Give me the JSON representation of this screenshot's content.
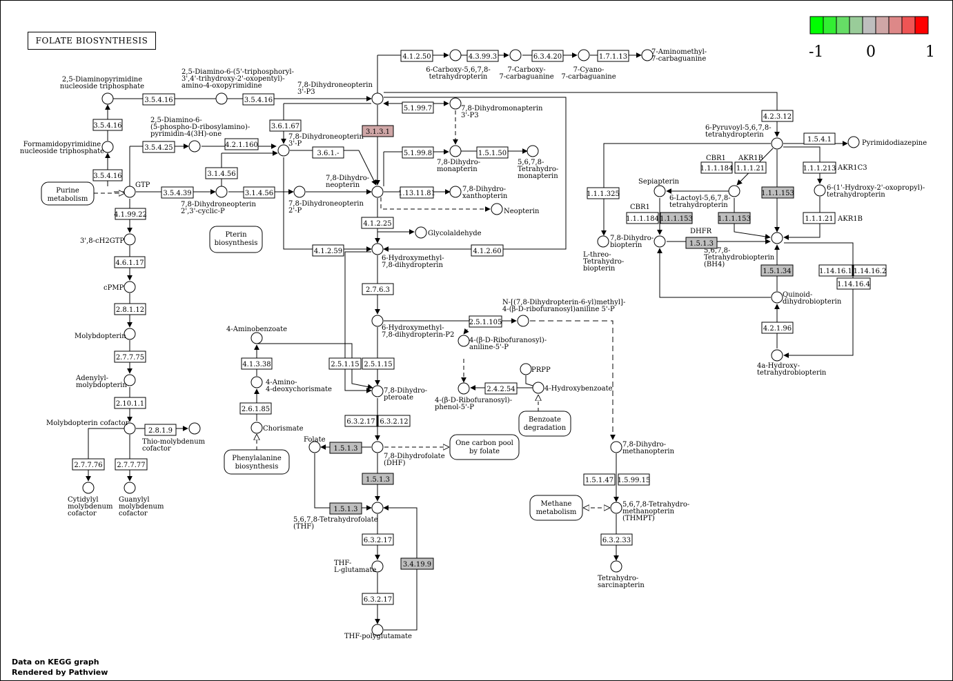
{
  "title": "FOLATE BIOSYNTHESIS",
  "footer": {
    "line1": "Data on KEGG graph",
    "line2": "Rendered by Pathview"
  },
  "legend": {
    "labels": [
      "-1",
      "0",
      "1"
    ],
    "colors": [
      "#00ff00",
      "#33ee33",
      "#66dd66",
      "#99cc99",
      "#bebebe",
      "#cfa6a6",
      "#dd8888",
      "#ee5555",
      "#ff0000"
    ]
  },
  "enzymes": [
    {
      "id": "e-4.1.2.50",
      "label": "4.1.2.50",
      "color": "#ffffff"
    },
    {
      "id": "e-4.3.99.3",
      "label": "4.3.99.3",
      "color": "#ffffff"
    },
    {
      "id": "e-6.3.4.20",
      "label": "6.3.4.20",
      "color": "#ffffff"
    },
    {
      "id": "e-1.7.1.13",
      "label": "1.7.1.13",
      "color": "#ffffff"
    },
    {
      "id": "e-3.5.4.16a",
      "label": "3.5.4.16",
      "color": "#ffffff"
    },
    {
      "id": "e-3.5.4.16b",
      "label": "3.5.4.16",
      "color": "#ffffff"
    },
    {
      "id": "e-3.5.4.16c",
      "label": "3.5.4.16",
      "color": "#ffffff"
    },
    {
      "id": "e-3.5.4.16d",
      "label": "3.5.4.16",
      "color": "#ffffff"
    },
    {
      "id": "e-3.5.4.25",
      "label": "3.5.4.25",
      "color": "#ffffff"
    },
    {
      "id": "e-4.2.1.160",
      "label": "4.2.1.160",
      "color": "#ffffff"
    },
    {
      "id": "e-3.6.1.67",
      "label": "3.6.1.67",
      "color": "#ffffff"
    },
    {
      "id": "e-3.1.3.1",
      "label": "3.1.3.1",
      "color": "#cfa6a6"
    },
    {
      "id": "e-5.1.99.7",
      "label": "5.1.99.7",
      "color": "#ffffff"
    },
    {
      "id": "e-5.1.99.8",
      "label": "5.1.99.8",
      "color": "#ffffff"
    },
    {
      "id": "e-1.5.1.50",
      "label": "1.5.1.50",
      "color": "#ffffff"
    },
    {
      "id": "e-3.6.1.-",
      "label": "3.6.1.-",
      "color": "#ffffff"
    },
    {
      "id": "e-3.1.4.56a",
      "label": "3.1.4.56",
      "color": "#ffffff"
    },
    {
      "id": "e-3.1.4.56b",
      "label": "3.1.4.56",
      "color": "#ffffff"
    },
    {
      "id": "e-3.5.4.39",
      "label": "3.5.4.39",
      "color": "#ffffff"
    },
    {
      "id": "e-1.13.11.81",
      "label": "1.13.11.81",
      "color": "#ffffff"
    },
    {
      "id": "e-4.1.2.25",
      "label": "4.1.2.25",
      "color": "#ffffff"
    },
    {
      "id": "e-4.1.2.59",
      "label": "4.1.2.59",
      "color": "#ffffff"
    },
    {
      "id": "e-4.1.2.60",
      "label": "4.1.2.60",
      "color": "#ffffff"
    },
    {
      "id": "e-4.1.99.22",
      "label": "4.1.99.22",
      "color": "#ffffff"
    },
    {
      "id": "e-4.6.1.17",
      "label": "4.6.1.17",
      "color": "#ffffff"
    },
    {
      "id": "e-2.8.1.12",
      "label": "2.8.1.12",
      "color": "#ffffff"
    },
    {
      "id": "e-2.7.7.75",
      "label": "2.7.7.75",
      "color": "#ffffff"
    },
    {
      "id": "e-2.10.1.1",
      "label": "2.10.1.1",
      "color": "#ffffff"
    },
    {
      "id": "e-2.8.1.9",
      "label": "2.8.1.9",
      "color": "#ffffff"
    },
    {
      "id": "e-2.7.7.76",
      "label": "2.7.7.76",
      "color": "#ffffff"
    },
    {
      "id": "e-2.7.7.77",
      "label": "2.7.7.77",
      "color": "#ffffff"
    },
    {
      "id": "e-2.7.6.3",
      "label": "2.7.6.3",
      "color": "#ffffff"
    },
    {
      "id": "e-2.5.1.105",
      "label": "2.5.1.105",
      "color": "#ffffff"
    },
    {
      "id": "e-2.5.1.15a",
      "label": "2.5.1.15",
      "color": "#ffffff"
    },
    {
      "id": "e-2.5.1.15b",
      "label": "2.5.1.15",
      "color": "#ffffff"
    },
    {
      "id": "e-4.1.3.38",
      "label": "4.1.3.38",
      "color": "#ffffff"
    },
    {
      "id": "e-2.6.1.85",
      "label": "2.6.1.85",
      "color": "#ffffff"
    },
    {
      "id": "e-2.4.2.54",
      "label": "2.4.2.54",
      "color": "#ffffff"
    },
    {
      "id": "e-6.3.2.17a",
      "label": "6.3.2.17",
      "color": "#ffffff"
    },
    {
      "id": "e-6.3.2.12",
      "label": "6.3.2.12",
      "color": "#ffffff"
    },
    {
      "id": "e-1.5.1.3a",
      "label": "1.5.1.3",
      "color": "#bebebe"
    },
    {
      "id": "e-1.5.1.3b",
      "label": "1.5.1.3",
      "color": "#bebebe"
    },
    {
      "id": "e-1.5.1.3c",
      "label": "1.5.1.3",
      "color": "#bebebe"
    },
    {
      "id": "e-6.3.2.17b",
      "label": "6.3.2.17",
      "color": "#ffffff"
    },
    {
      "id": "e-6.3.2.17c",
      "label": "6.3.2.17",
      "color": "#ffffff"
    },
    {
      "id": "e-3.4.19.9",
      "label": "3.4.19.9",
      "color": "#bebebe"
    },
    {
      "id": "e-4.2.3.12",
      "label": "4.2.3.12",
      "color": "#ffffff"
    },
    {
      "id": "e-1.5.4.1",
      "label": "1.5.4.1",
      "color": "#ffffff"
    },
    {
      "id": "e-1.1.1.184a",
      "label": "1.1.1.184",
      "color": "#ffffff"
    },
    {
      "id": "e-1.1.1.21a",
      "label": "1.1.1.21",
      "color": "#ffffff"
    },
    {
      "id": "e-1.1.1.213",
      "label": "1.1.1.213",
      "color": "#ffffff"
    },
    {
      "id": "e-1.1.1.325",
      "label": "1.1.1.325",
      "color": "#ffffff"
    },
    {
      "id": "e-1.1.1.153a",
      "label": "1.1.1.153",
      "color": "#bebebe"
    },
    {
      "id": "e-1.1.1.184b",
      "label": "1.1.1.184",
      "color": "#ffffff"
    },
    {
      "id": "e-1.1.1.153b",
      "label": "1.1.1.153",
      "color": "#bebebe"
    },
    {
      "id": "e-1.1.1.153c",
      "label": "1.1.1.153",
      "color": "#bebebe"
    },
    {
      "id": "e-1.1.1.21b",
      "label": "1.1.1.21",
      "color": "#ffffff"
    },
    {
      "id": "e-1.5.1.3d",
      "label": "1.5.1.3",
      "color": "#bebebe"
    },
    {
      "id": "e-1.5.1.34",
      "label": "1.5.1.34",
      "color": "#bebebe"
    },
    {
      "id": "e-1.14.16.1",
      "label": "1.14.16.1",
      "color": "#ffffff"
    },
    {
      "id": "e-1.14.16.2",
      "label": "1.14.16.2",
      "color": "#ffffff"
    },
    {
      "id": "e-1.14.16.4",
      "label": "1.14.16.4",
      "color": "#ffffff"
    },
    {
      "id": "e-4.2.1.96",
      "label": "4.2.1.96",
      "color": "#ffffff"
    },
    {
      "id": "e-1.5.1.47",
      "label": "1.5.1.47",
      "color": "#ffffff"
    },
    {
      "id": "e-1.5.99.15",
      "label": "1.5.99.15",
      "color": "#ffffff"
    },
    {
      "id": "e-6.3.2.33",
      "label": "6.3.2.33",
      "color": "#ffffff"
    }
  ],
  "compounds": [
    {
      "id": "c-p1",
      "lines": [
        "6-Carboxy-5,6,7,8-",
        "tetrahydropterin"
      ]
    },
    {
      "id": "c-p2",
      "lines": [
        "7-Carboxy-",
        "7-carbaguanine"
      ]
    },
    {
      "id": "c-p3",
      "lines": [
        "7-Cyano-",
        "7-carbaguanine"
      ]
    },
    {
      "id": "c-p4",
      "lines": [
        "7-Aminomethyl-",
        "7-carbaguanine"
      ]
    },
    {
      "id": "c-dap",
      "lines": [
        "2,5-Diaminopyrimidine",
        "nucleoside triphosphate"
      ]
    },
    {
      "id": "c-dtp",
      "lines": [
        "2,5-Diamino-6-(5'-triphosphoryl-",
        "3',4'-trihydroxy-2'-oxopentyl)-",
        "amino-4-oxopyrimidine"
      ]
    },
    {
      "id": "c-dnp3",
      "lines": [
        "7,8-Dihydroneopterin",
        "3'-P3"
      ]
    },
    {
      "id": "c-dmp3",
      "lines": [
        "7,8-Dihydromonapterin",
        "3'-P3"
      ]
    },
    {
      "id": "c-fap",
      "lines": [
        "Formamidopyrimidine",
        "nucleoside triphosphate"
      ]
    },
    {
      "id": "c-dpr",
      "lines": [
        "2,5-Diamino-6-",
        "(5-phospho-D-ribosylamino)-",
        "pyrimidin-4(3H)-one"
      ]
    },
    {
      "id": "c-dnp3p",
      "lines": [
        "7,8-Dihydroneopterin",
        "3'-P"
      ]
    },
    {
      "id": "c-dmp",
      "lines": [
        "7,8-Dihydro-",
        "monapterin"
      ]
    },
    {
      "id": "c-thm",
      "lines": [
        "5,6,7,8-",
        "Tetrahydro-",
        "monapterin"
      ]
    },
    {
      "id": "c-gtp",
      "lines": [
        "GTP"
      ]
    },
    {
      "id": "c-dncp",
      "lines": [
        "7,8-Dihydroneopterin",
        "2',3'-cyclic-P"
      ]
    },
    {
      "id": "c-dn2p",
      "lines": [
        "7,8-Dihydroneopterin",
        "2'-P"
      ]
    },
    {
      "id": "c-dnp",
      "lines": [
        "7,8-Dihydro-",
        "neopterin"
      ]
    },
    {
      "id": "c-dxp",
      "lines": [
        "7,8-Dihydro-",
        "xanthopterin"
      ]
    },
    {
      "id": "c-neo",
      "lines": [
        "Neopterin"
      ]
    },
    {
      "id": "c-gly",
      "lines": [
        "Glycolaldehyde"
      ]
    },
    {
      "id": "c-hmdp",
      "lines": [
        "6-Hydroxymethyl-",
        "7,8-dihydropterin"
      ]
    },
    {
      "id": "c-h2gtp",
      "lines": [
        "3',8-cH2GTP"
      ]
    },
    {
      "id": "c-cpmp",
      "lines": [
        "cPMP"
      ]
    },
    {
      "id": "c-mpt",
      "lines": [
        "Molybdopterin"
      ]
    },
    {
      "id": "c-amp",
      "lines": [
        "Adenylyl-",
        "molybdopterin"
      ]
    },
    {
      "id": "c-mpc",
      "lines": [
        "Molybdopterin cofactor"
      ]
    },
    {
      "id": "c-tmc",
      "lines": [
        "Thio-molybdenum",
        "cofactor"
      ]
    },
    {
      "id": "c-cmc",
      "lines": [
        "Cytidylyl",
        "molybdenum",
        "cofactor"
      ]
    },
    {
      "id": "c-gmc",
      "lines": [
        "Guanylyl",
        "molybdenum",
        "cofactor"
      ]
    },
    {
      "id": "c-abz",
      "lines": [
        "4-Aminobenzoate"
      ]
    },
    {
      "id": "c-adc",
      "lines": [
        "4-Amino-",
        "4-deoxychorismate"
      ]
    },
    {
      "id": "c-cho",
      "lines": [
        "Chorismate"
      ]
    },
    {
      "id": "c-hmpp",
      "lines": [
        "6-Hydroxymethyl-",
        "7,8-dihydropterin-P2"
      ]
    },
    {
      "id": "c-ndmp",
      "lines": [
        "N-[(7,8-Dihydropterin-6-yl)methyl]-",
        "4-(β-D-ribofuranosyl)aniline 5'-P"
      ]
    },
    {
      "id": "c-rap",
      "lines": [
        "4-(β-D-Ribofuranosyl)-",
        "aniline-5'-P"
      ]
    },
    {
      "id": "c-prpp",
      "lines": [
        "PRPP"
      ]
    },
    {
      "id": "c-hbz",
      "lines": [
        "4-Hydroxybenzoate"
      ]
    },
    {
      "id": "c-rpp",
      "lines": [
        "4-(β-D-Ribofuranosyl)-",
        "phenol-5'-P"
      ]
    },
    {
      "id": "c-dpt",
      "lines": [
        "7,8-Dihydro-",
        "pteroate"
      ]
    },
    {
      "id": "c-fol",
      "lines": [
        "Folate"
      ]
    },
    {
      "id": "c-dhf",
      "lines": [
        "7,8-Dihydrofolate",
        "(DHF)"
      ]
    },
    {
      "id": "c-thf",
      "lines": [
        "5,6,7,8-Tetrahydrofolate",
        "(THF)"
      ]
    },
    {
      "id": "c-thfg",
      "lines": [
        "THF-",
        "L-glutamate"
      ]
    },
    {
      "id": "c-thfp",
      "lines": [
        "THF-polyglutamate"
      ]
    },
    {
      "id": "c-ppt",
      "lines": [
        "6-Pyruvoyl-5,6,7,8-",
        "tetrahydropterin"
      ]
    },
    {
      "id": "c-pdz",
      "lines": [
        "Pyrimidodiazepine"
      ]
    },
    {
      "id": "c-sep",
      "lines": [
        "Sepiapterin"
      ]
    },
    {
      "id": "c-lac",
      "lines": [
        "6-Lactoyl-5,6,7,8-",
        "tetrahydropterin"
      ]
    },
    {
      "id": "c-hop",
      "lines": [
        "6-(1'-Hydroxy-2'-oxopropyl)-",
        "tetrahydropterin"
      ]
    },
    {
      "id": "c-lth",
      "lines": [
        "L-threo-",
        "Tetrahydro-",
        "biopterin"
      ]
    },
    {
      "id": "c-dbp",
      "lines": [
        "7,8-Dihydro-",
        "biopterin"
      ]
    },
    {
      "id": "c-bh4",
      "lines": [
        "5,6,7,8-",
        "Tetrahydrobiopterin",
        "(BH4)"
      ]
    },
    {
      "id": "c-qdb",
      "lines": [
        "Quinoid-",
        "dihydrobiopterin"
      ]
    },
    {
      "id": "c-htb",
      "lines": [
        "4a-Hydroxy-",
        "tetrahydrobiopterin"
      ]
    },
    {
      "id": "c-dmt",
      "lines": [
        "7,8-Dihydro-",
        "methanopterin"
      ]
    },
    {
      "id": "c-thmpt",
      "lines": [
        "5,6,7,8-Tetrahydro-",
        "methanopterin",
        "(THMPT)"
      ]
    },
    {
      "id": "c-tsp",
      "lines": [
        "Tetrahydro-",
        "sarcinapterin"
      ]
    }
  ],
  "gene_labels": [
    {
      "id": "g-cbr1a",
      "label": "CBR1"
    },
    {
      "id": "g-akr1ba",
      "label": "AKR1B"
    },
    {
      "id": "g-akr1c3",
      "label": "AKR1C3"
    },
    {
      "id": "g-cbr1b",
      "label": "CBR1"
    },
    {
      "id": "g-dhfr",
      "label": "DHFR"
    },
    {
      "id": "g-akr1bb",
      "label": "AKR1B"
    }
  ],
  "maps": [
    {
      "id": "m-purine",
      "lines": [
        "Purine",
        "metabolism"
      ]
    },
    {
      "id": "m-pterin",
      "lines": [
        "Pterin",
        "biosynthesis"
      ]
    },
    {
      "id": "m-phe",
      "lines": [
        "Phenylalanine",
        "biosynthesis"
      ]
    },
    {
      "id": "m-benz",
      "lines": [
        "Benzoate",
        "degradation"
      ]
    },
    {
      "id": "m-onec",
      "lines": [
        "One carbon pool",
        "by folate"
      ]
    },
    {
      "id": "m-meth",
      "lines": [
        "Methane",
        "metabolism"
      ]
    }
  ]
}
